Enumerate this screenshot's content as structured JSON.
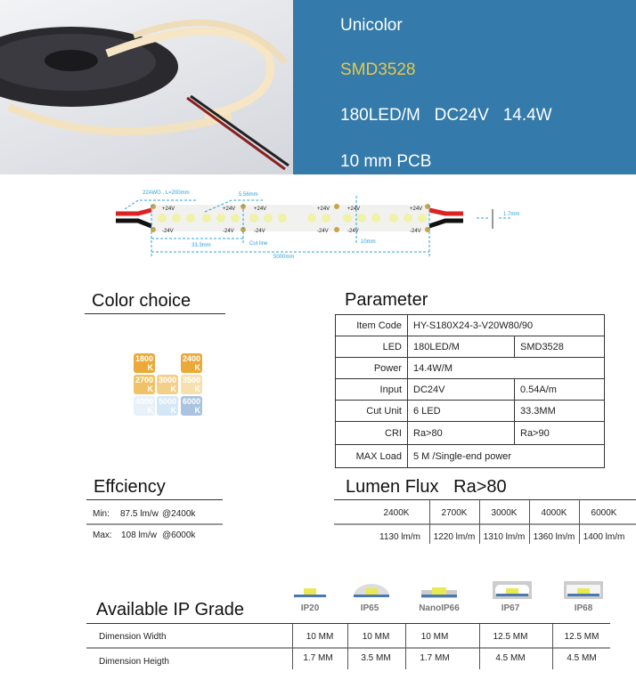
{
  "banner": {
    "line1": "Unicolor",
    "line2": "SMD3528",
    "line3": "180LED/M   DC24V   14.4W",
    "line4": "10 mm PCB",
    "bg_color": "#347aaa",
    "highlight_color": "#e8c84a"
  },
  "diagram": {
    "wire": "22AWG , L=200mm",
    "pitch": "5.56mm",
    "plus": "+24V",
    "minus": "-24V",
    "cut_unit": "33.3mm",
    "cut_line": "Cut line",
    "width": "10mm",
    "length": "5000mm",
    "thickness": "1.7mm"
  },
  "color_choice": {
    "title": "Color choice",
    "swatches": [
      {
        "label": "1800\nK",
        "color": "#eba93a"
      },
      {
        "label": "2400\nK",
        "color": "#eba93a"
      },
      {
        "label": "2700\nK",
        "color": "#f0c265"
      },
      {
        "label": "3000\nK",
        "color": "#f3d08a"
      },
      {
        "label": "3500\nK",
        "color": "#f7e0b0"
      },
      {
        "label": "4000\nK",
        "color": "#e8f0fa"
      },
      {
        "label": "5000\nK",
        "color": "#d5e6f6"
      },
      {
        "label": "6000\nK",
        "color": "#a9c3e0"
      }
    ]
  },
  "parameter": {
    "title": "Parameter",
    "rows": [
      {
        "key": "Item Code",
        "v1": "HY-S180X24-3-V20W80/90",
        "v2": ""
      },
      {
        "key": "LED",
        "v1": "180LED/M",
        "v2": "SMD3528"
      },
      {
        "key": "Power",
        "v1": "14.4W/M",
        "v2": ""
      },
      {
        "key": "Input",
        "v1": "DC24V",
        "v2": "0.54A/m"
      },
      {
        "key": "Cut Unit",
        "v1": "6 LED",
        "v2": "33.3MM"
      },
      {
        "key": "CRI",
        "v1": "Ra>80",
        "v2": "Ra>90"
      },
      {
        "key": "MAX Load",
        "v1": "5 M /Single-end power",
        "v2": ""
      }
    ]
  },
  "efficiency": {
    "title": "Effciency",
    "rows": [
      {
        "label": "Min:",
        "value": "87.5 lm/w",
        "at": "@2400k"
      },
      {
        "label": "Max:",
        "value": "108 lm/w",
        "at": "@6000k"
      }
    ]
  },
  "lumen": {
    "title": "Lumen Flux   Ra>80",
    "headers": [
      "2400K",
      "2700K",
      "3000K",
      "4000K",
      "6000K"
    ],
    "values": [
      "1130 lm/m",
      "1220 lm/m",
      "1310 lm/m",
      "1360 lm/m",
      "1400 lm/m"
    ]
  },
  "ip": {
    "title": "Available IP Grade",
    "grades": [
      "IP20",
      "IP65",
      "NanoIP66",
      "IP67",
      "IP68"
    ],
    "rows": [
      {
        "label": "Dimension Width",
        "values": [
          "10 MM",
          "10 MM",
          "10 MM",
          "12.5 MM",
          "12.5 MM"
        ]
      },
      {
        "label": "Dimension Heigth",
        "values": [
          "1.7 MM",
          "3.5 MM",
          "1.7 MM",
          "4.5 MM",
          "4.5 MM"
        ]
      }
    ]
  }
}
